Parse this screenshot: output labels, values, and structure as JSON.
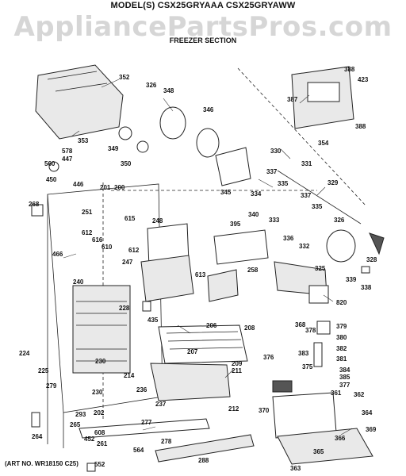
{
  "header": {
    "model_line": "MODEL(S) CSX25GRYAAA  CSX25GRYAWW",
    "watermark": "AppliancePartsPros.com",
    "section_title": "FREEZER SECTION"
  },
  "footer": {
    "art_no": "(ART NO. WR18150 C25)"
  },
  "parts": [
    "352",
    "326",
    "348",
    "346",
    "388",
    "423",
    "387",
    "388",
    "353",
    "578",
    "447",
    "349",
    "350",
    "560",
    "450",
    "446",
    "330",
    "354",
    "331",
    "337",
    "335",
    "329",
    "345",
    "334",
    "201",
    "200",
    "268",
    "251",
    "615",
    "248",
    "612",
    "616",
    "610",
    "340",
    "333",
    "337",
    "335",
    "395",
    "326",
    "336",
    "332",
    "328",
    "466",
    "247",
    "612",
    "613",
    "325",
    "258",
    "339",
    "338",
    "240",
    "820",
    "228",
    "435",
    "368",
    "206",
    "208",
    "378",
    "379",
    "380",
    "382",
    "207",
    "209",
    "376",
    "383",
    "375",
    "384",
    "385",
    "224",
    "230",
    "214",
    "211",
    "381",
    "377",
    "225",
    "279",
    "236",
    "230",
    "237",
    "212",
    "370",
    "361",
    "362",
    "293",
    "202",
    "265",
    "364",
    "264",
    "277",
    "369",
    "608",
    "452",
    "261",
    "278",
    "366",
    "564",
    "365",
    "552",
    "288",
    "363"
  ]
}
